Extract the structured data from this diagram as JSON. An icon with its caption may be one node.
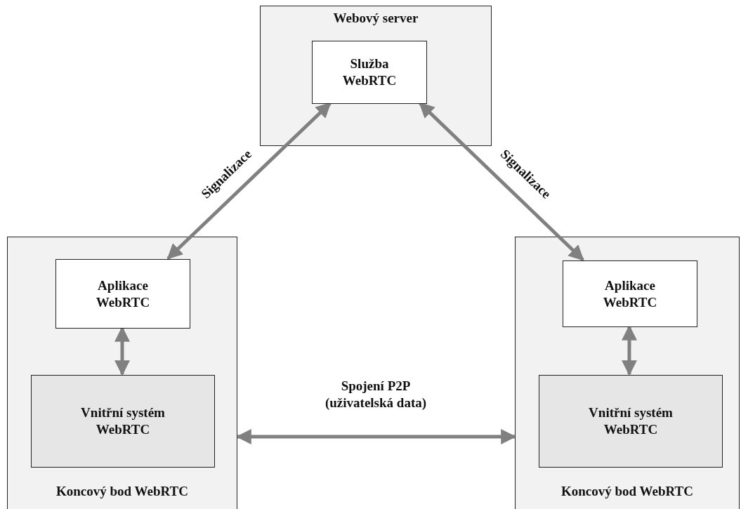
{
  "diagram": {
    "nodes": [
      {
        "text": [
          "Webový server"
        ]
      },
      {
        "text": [
          "Služba WebRTC"
        ],
        "in": 0
      },
      {
        "text": [
          "Koncový bod WebRTC"
        ]
      },
      {
        "text": [
          "Aplikace WebRTC"
        ],
        "in": 2
      },
      {
        "text": [
          "Vnitřní systém WebRTC"
        ],
        "in": 2
      },
      {
        "text": [
          "Koncový bod WebRTC"
        ]
      },
      {
        "text": [
          "Aplikace WebRTC"
        ],
        "in": 5
      },
      {
        "text": [
          "Vnitřní systém WebRTC"
        ],
        "in": 5
      }
    ],
    "edges": [
      {
        "from": 1,
        "to": 3,
        "arrow": "both",
        "label": "Signalizace"
      },
      {
        "from": 1,
        "to": 6,
        "arrow": "both",
        "label": "Signalizace"
      },
      {
        "from": 3,
        "to": 4,
        "arrow": "both"
      },
      {
        "from": 6,
        "to": 7,
        "arrow": "both"
      },
      {
        "from": 2,
        "to": 5,
        "arrow": "both",
        "label": "Spojení P2P (uživatelská data)"
      }
    ]
  }
}
